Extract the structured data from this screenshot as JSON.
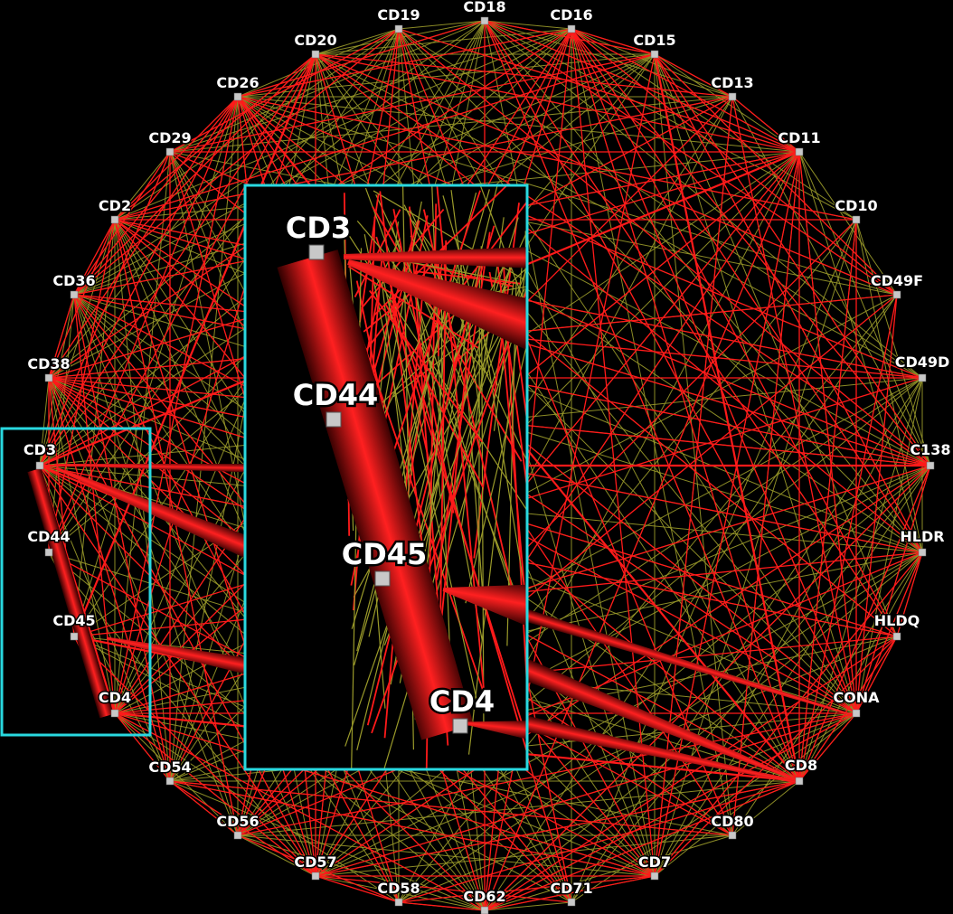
{
  "diagram": {
    "type": "circular-network",
    "colors": {
      "background": "#000000",
      "edge_strong": "#ff1a1a",
      "edge_weak": "#9a9a2a",
      "node": "#c8c8c8",
      "highlight_box": "#29d9e0"
    },
    "nodes": [
      {
        "id": "CD18",
        "label": "CD18"
      },
      {
        "id": "CD16",
        "label": "CD16"
      },
      {
        "id": "CD15",
        "label": "CD15"
      },
      {
        "id": "CD13",
        "label": "CD13"
      },
      {
        "id": "CD11",
        "label": "CD11"
      },
      {
        "id": "CD10",
        "label": "CD10"
      },
      {
        "id": "CD49F",
        "label": "CD49F"
      },
      {
        "id": "CD49D",
        "label": "CD49D"
      },
      {
        "id": "C138",
        "label": "C138"
      },
      {
        "id": "HLDR",
        "label": "HLDR"
      },
      {
        "id": "HLDQ",
        "label": "HLDQ"
      },
      {
        "id": "CONA",
        "label": "CONA"
      },
      {
        "id": "CD8",
        "label": "CD8"
      },
      {
        "id": "CD80",
        "label": "CD80"
      },
      {
        "id": "CD7",
        "label": "CD7"
      },
      {
        "id": "CD71",
        "label": "CD71"
      },
      {
        "id": "CD62",
        "label": "CD62"
      },
      {
        "id": "CD58",
        "label": "CD58"
      },
      {
        "id": "CD57",
        "label": "CD57"
      },
      {
        "id": "CD56",
        "label": "CD56"
      },
      {
        "id": "CD54",
        "label": "CD54"
      },
      {
        "id": "CD4",
        "label": "CD4"
      },
      {
        "id": "CD45",
        "label": "CD45"
      },
      {
        "id": "CD44",
        "label": "CD44"
      },
      {
        "id": "CD3",
        "label": "CD3"
      },
      {
        "id": "CD38",
        "label": "CD38"
      },
      {
        "id": "CD36",
        "label": "CD36"
      },
      {
        "id": "CD2",
        "label": "CD2"
      },
      {
        "id": "CD29",
        "label": "CD29"
      },
      {
        "id": "CD26",
        "label": "CD26"
      },
      {
        "id": "CD20",
        "label": "CD20"
      },
      {
        "id": "CD19",
        "label": "CD19"
      }
    ],
    "strong_edges": [
      [
        "CD3",
        "CD4"
      ],
      [
        "CD3",
        "C138"
      ],
      [
        "CD3",
        "CD8"
      ],
      [
        "CD4",
        "CD8"
      ],
      [
        "CD45",
        "CD8"
      ],
      [
        "CD15",
        "CD8"
      ],
      [
        "CD11",
        "CD3"
      ],
      [
        "CD26",
        "CD8"
      ],
      [
        "CD20",
        "CD45"
      ]
    ],
    "zoom_nodes": [
      "CD3",
      "CD44",
      "CD45",
      "CD4"
    ]
  }
}
